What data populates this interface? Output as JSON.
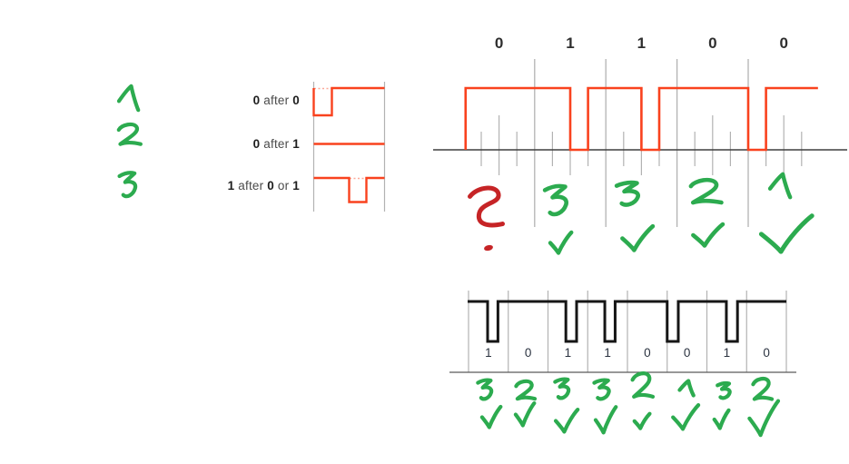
{
  "colors": {
    "signal_red": "#f9421e",
    "hand_green": "#2cab4f",
    "hand_dark_red": "#c62426",
    "axis_dark": "#3f3f3f",
    "grid_gray": "#b2b2b2",
    "waveform_black": "#161616",
    "bit_label_top": "#2e2e2e",
    "bit_label_bottom": "#2b3340"
  },
  "left_rule_numbers": {
    "items": [
      "1",
      "2",
      "3"
    ]
  },
  "legend": {
    "rows": [
      {
        "parts": [
          {
            "text": "0",
            "bold": true
          },
          {
            "text": " after ",
            "bold": false
          },
          {
            "text": "0",
            "bold": true
          }
        ]
      },
      {
        "parts": [
          {
            "text": "0",
            "bold": true
          },
          {
            "text": " after ",
            "bold": false
          },
          {
            "text": "1",
            "bold": true
          }
        ]
      },
      {
        "parts": [
          {
            "text": "1",
            "bold": true
          },
          {
            "text": " after ",
            "bold": false
          },
          {
            "text": "0",
            "bold": true
          },
          {
            "text": " or ",
            "bold": false
          },
          {
            "text": "1",
            "bold": true
          }
        ]
      }
    ]
  },
  "chart_data": [
    {
      "id": "top-encoded-signal",
      "type": "line",
      "bits": [
        "0",
        "1",
        "1",
        "0",
        "0"
      ],
      "x_unit": "bit cells",
      "levels": [
        "baseline",
        "high"
      ],
      "high_intervals_cells": [
        [
          0.03,
          1.5
        ],
        [
          1.75,
          2.5
        ],
        [
          2.75,
          4.0
        ],
        [
          4.25,
          4.98
        ]
      ],
      "annotations": [
        {
          "value": "?",
          "color": "dark_red",
          "check": false,
          "dot": true
        },
        {
          "value": "3",
          "color": "green",
          "check": true
        },
        {
          "value": "3",
          "color": "green",
          "check": true
        },
        {
          "value": "2",
          "color": "green",
          "check": true
        },
        {
          "value": "1",
          "color": "green",
          "check": true
        }
      ]
    },
    {
      "id": "bottom-encoded-signal",
      "type": "line",
      "bits": [
        "1",
        "0",
        "1",
        "1",
        "0",
        "0",
        "1",
        "0"
      ],
      "x_unit": "bit cells",
      "levels": [
        "high",
        "low-pulse"
      ],
      "low_pulse_intervals_cells": [
        [
          0.48,
          0.74
        ],
        [
          2.45,
          2.72
        ],
        [
          3.43,
          3.69
        ],
        [
          5.0,
          5.28
        ],
        [
          6.49,
          6.77
        ]
      ],
      "annotations": [
        {
          "value": "3",
          "color": "green",
          "check": true
        },
        {
          "value": "2",
          "color": "green",
          "check": true
        },
        {
          "value": "3",
          "color": "green",
          "check": true
        },
        {
          "value": "3",
          "color": "green",
          "check": true
        },
        {
          "value": "2",
          "color": "green",
          "check": true
        },
        {
          "value": "1",
          "color": "green",
          "check": true
        },
        {
          "value": "3",
          "color": "green",
          "check": true
        },
        {
          "value": "2",
          "color": "green",
          "check": true
        }
      ]
    }
  ]
}
